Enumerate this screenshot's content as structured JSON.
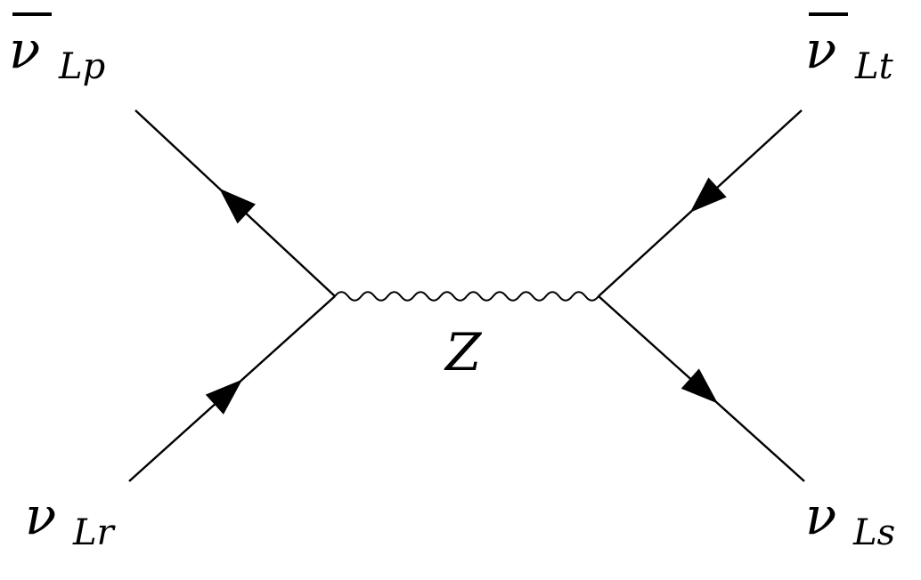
{
  "particles": {
    "top_left": {
      "main": "ν",
      "sub": "Lp",
      "bar": true
    },
    "top_right": {
      "main": "ν",
      "sub": "Lt",
      "bar": true
    },
    "bottom_left": {
      "main": "ν",
      "sub": "Lr",
      "bar": false
    },
    "bottom_right": {
      "main": "ν",
      "sub": "Ls",
      "bar": false
    }
  },
  "boson": {
    "label": "Z"
  }
}
